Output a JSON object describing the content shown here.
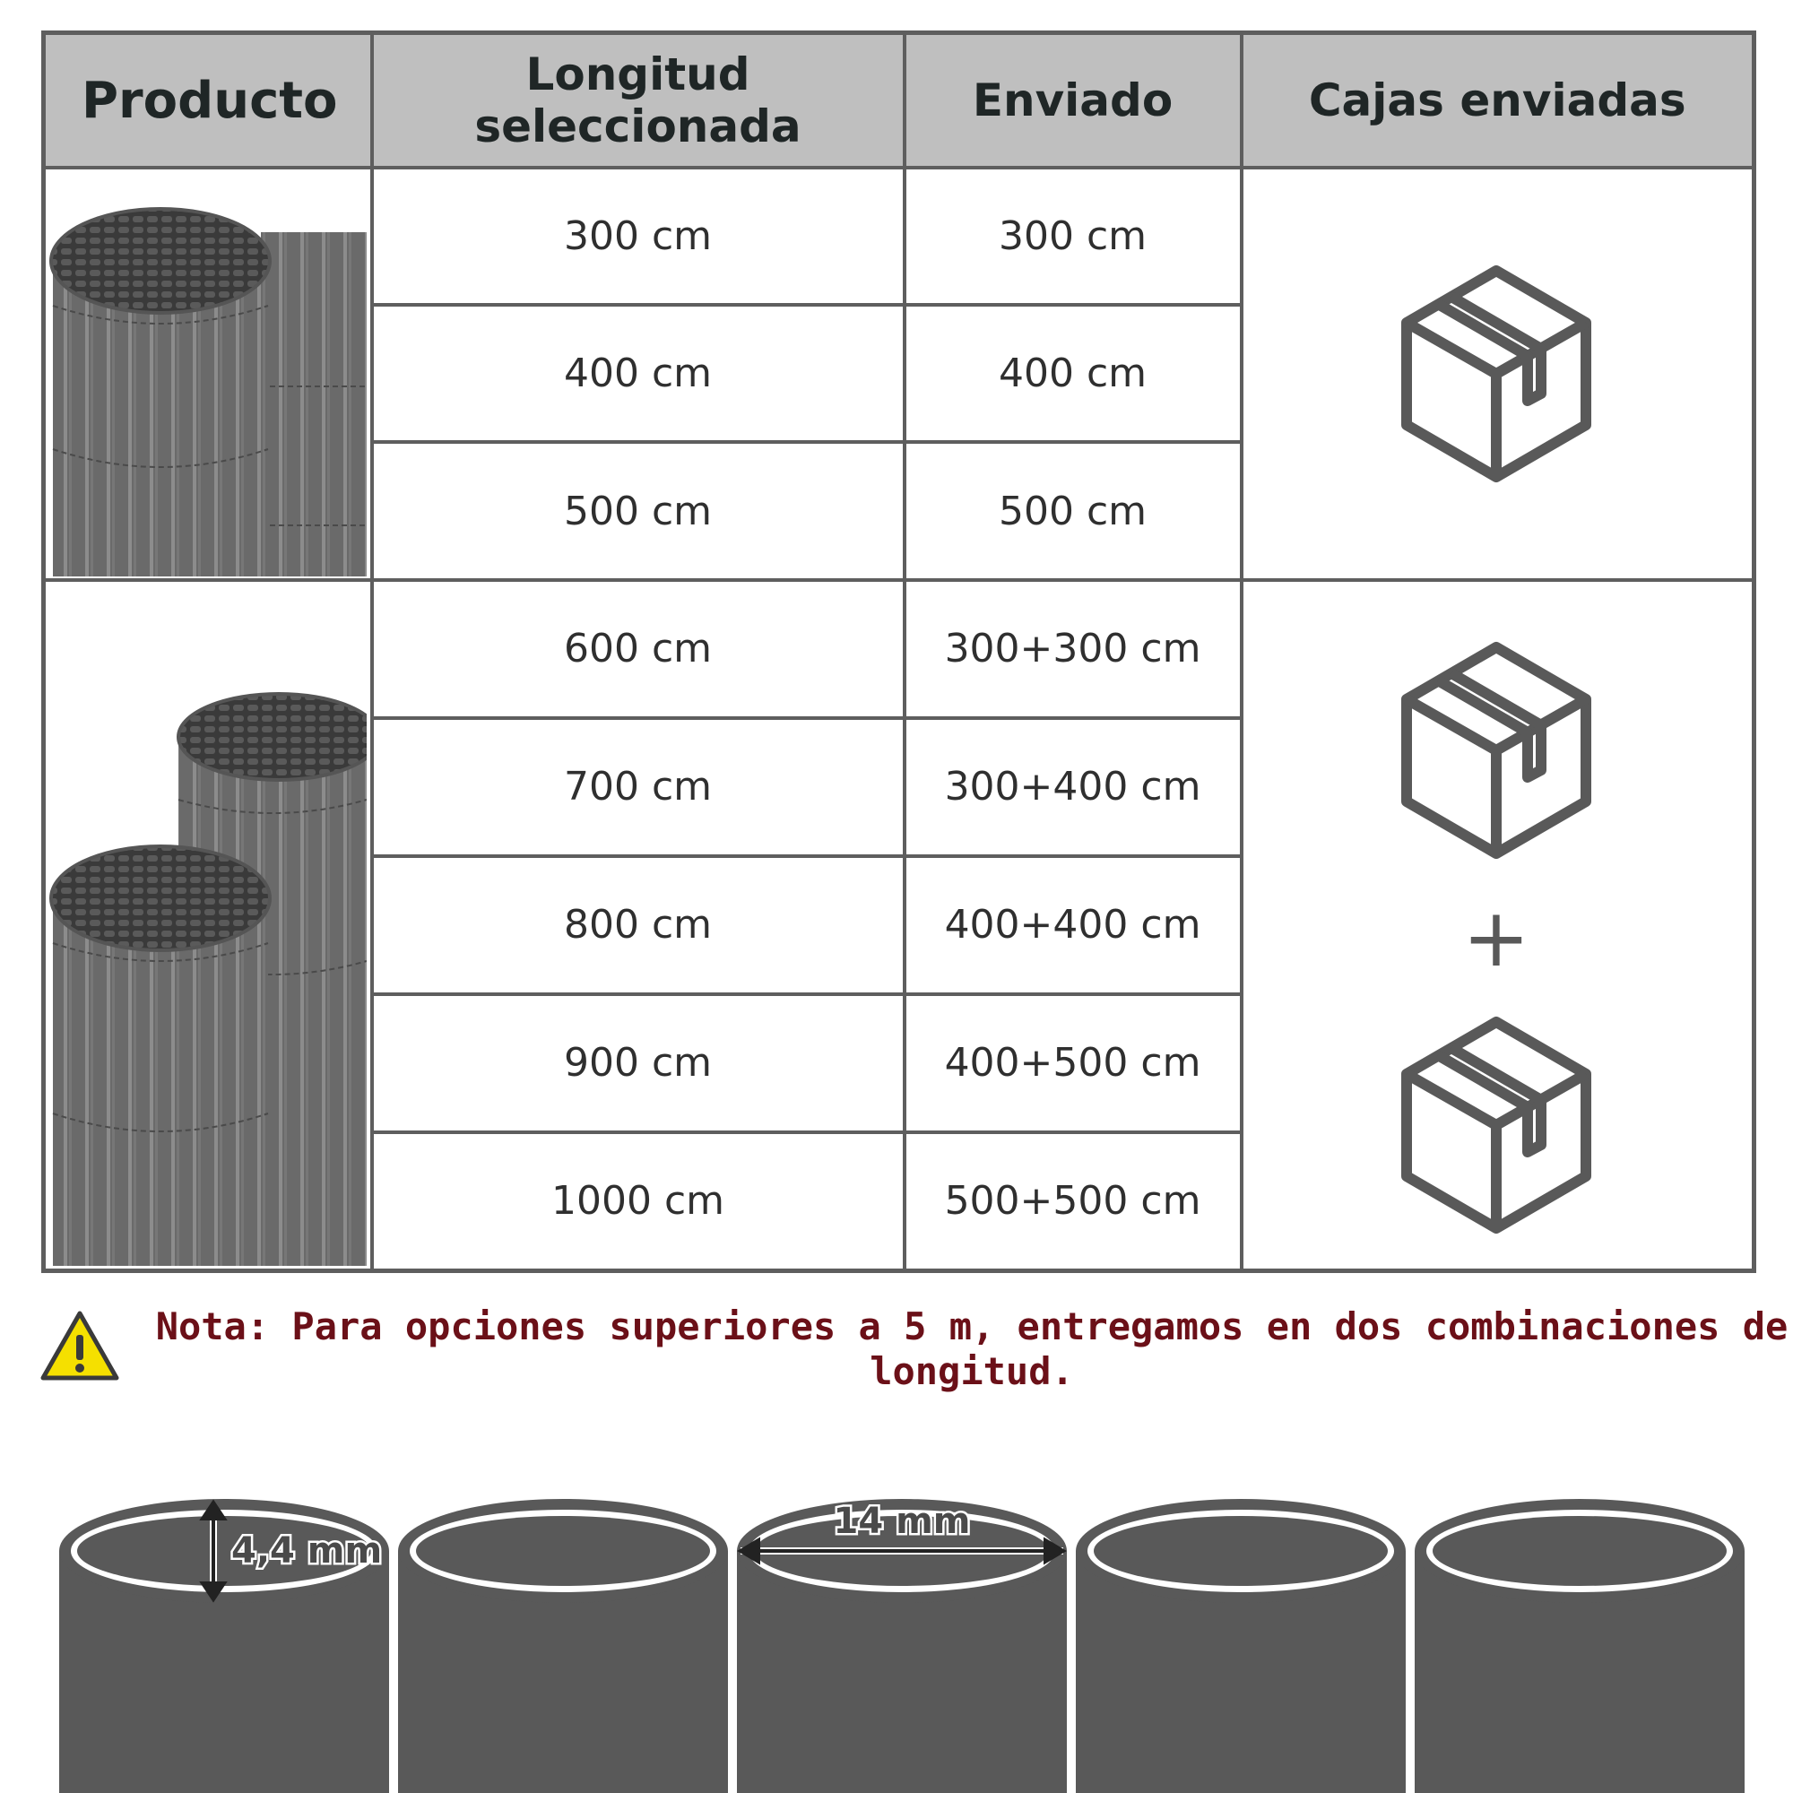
{
  "table": {
    "headers": {
      "product": "Producto",
      "length": "Longitud seleccionada",
      "sent": "Enviado",
      "boxes": "Cajas enviadas"
    },
    "single_rows": [
      {
        "length": "300 cm",
        "sent": "300 cm"
      },
      {
        "length": "400 cm",
        "sent": "400 cm"
      },
      {
        "length": "500 cm",
        "sent": "500 cm"
      }
    ],
    "double_rows": [
      {
        "length": "600 cm",
        "sent": "300+300 cm"
      },
      {
        "length": "700 cm",
        "sent": "300+400 cm"
      },
      {
        "length": "800 cm",
        "sent": "400+400 cm"
      },
      {
        "length": "900 cm",
        "sent": "400+500 cm"
      },
      {
        "length": "1000 cm",
        "sent": "500+500 cm"
      }
    ],
    "plus_sign": "+"
  },
  "note": {
    "text": "Nota: Para opciones superiores a 5 m, entregamos en dos combinaciones de longitud."
  },
  "dimensions": {
    "wall_thickness": "4,4 mm",
    "diameter": "14 mm"
  },
  "icons": {
    "box": "box-icon",
    "warning": "warning-icon",
    "product": "fence-roll-image"
  },
  "colors": {
    "header_bg": "#bfbfbf",
    "border": "#5e5e5e",
    "note_text": "#6b1018",
    "warning_yellow": "#f5e000",
    "tube_gray": "#595959"
  }
}
